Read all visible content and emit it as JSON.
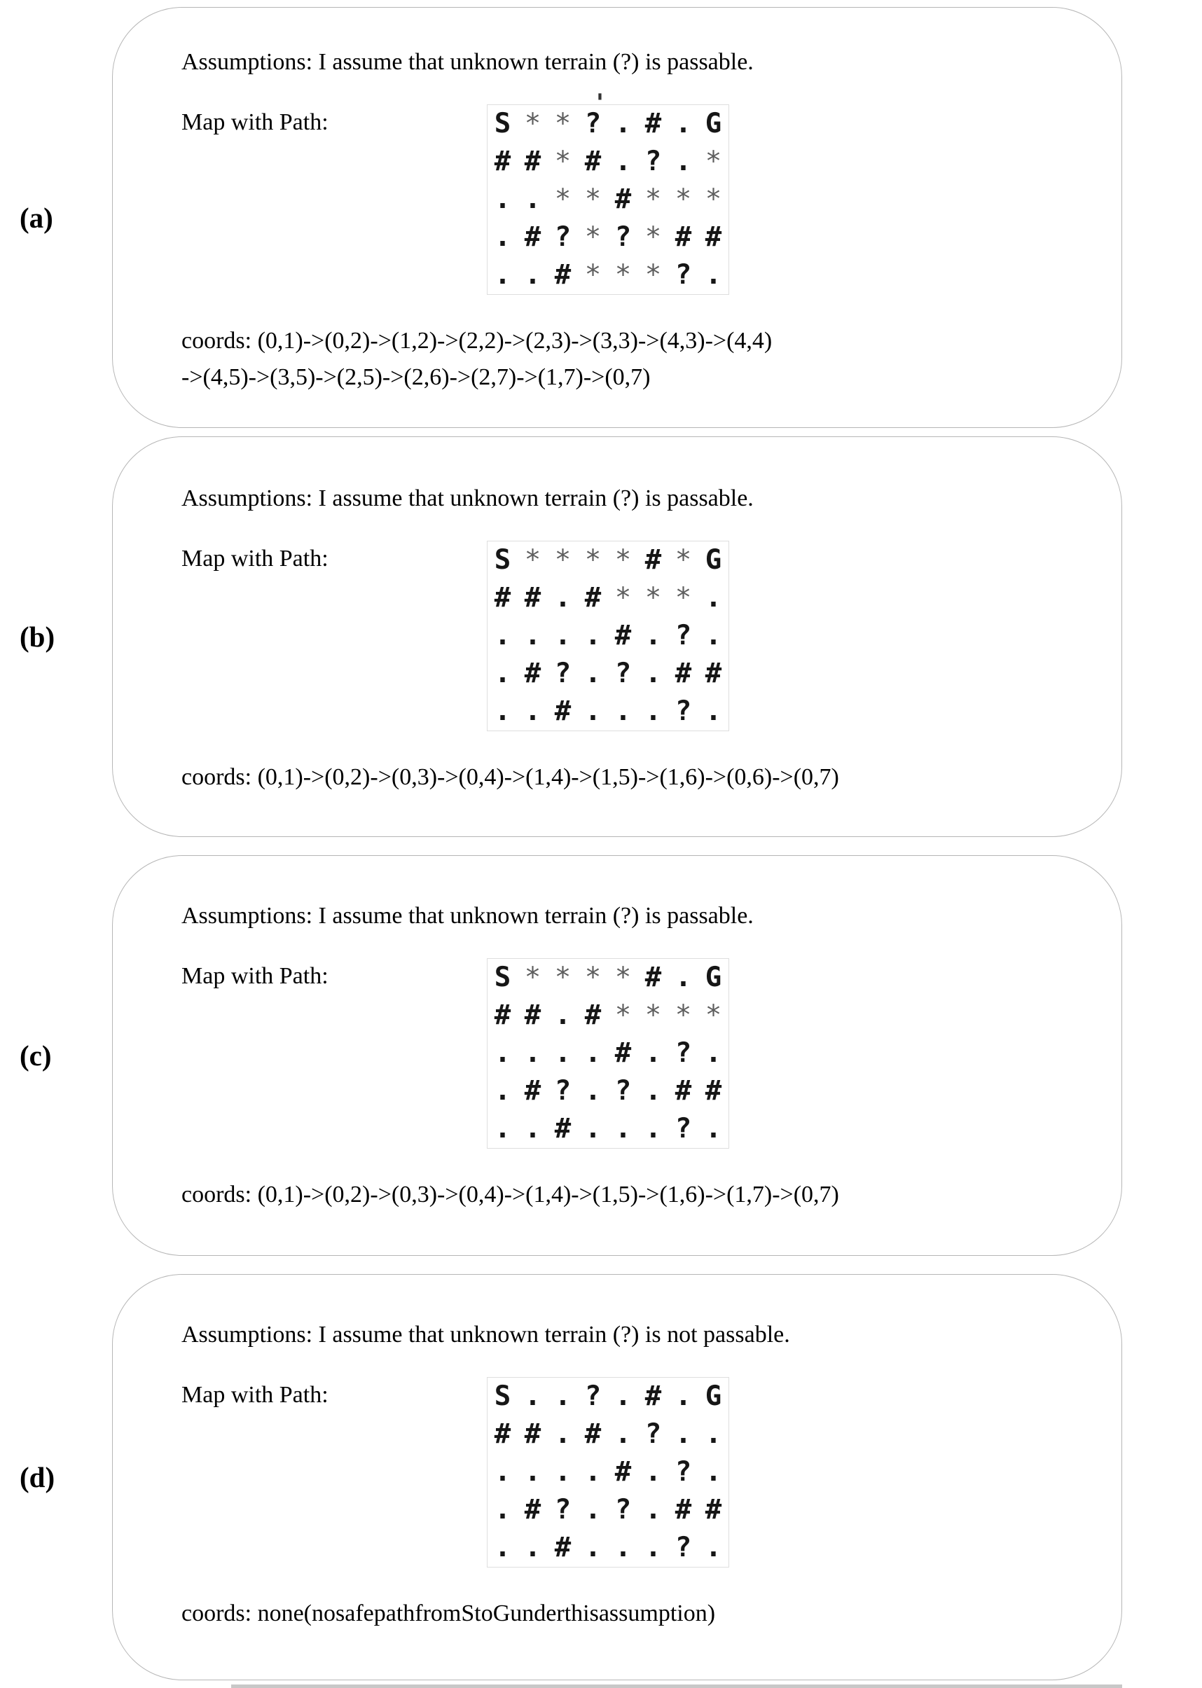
{
  "colors": {
    "page_background": "#ffffff",
    "text": "#000000",
    "map_char": "#161616",
    "map_star": "#5e5e5e",
    "panel_border": "#b6b6b6",
    "map_box_border": "#dedede"
  },
  "panels": [
    {
      "label": "(a)",
      "assumption": "Assumptions: I assume that unknown terrain (?) is passable.",
      "map_label": "Map with Path:",
      "map_rows": [
        "S**?.#.G",
        "##*#.?.*",
        "..**#***",
        ".#?*?*##",
        "..#***?."
      ],
      "stray_mark": "'",
      "coords_lines": [
        "coords: (0,1)->(0,2)->(1,2)->(2,2)->(2,3)->(3,3)->(4,3)->(4,4)",
        "->(4,5)->(3,5)->(2,5)->(2,6)->(2,7)->(1,7)->(0,7)"
      ]
    },
    {
      "label": "(b)",
      "assumption": "Assumptions: I assume that unknown terrain (?) is passable.",
      "map_label": "Map with Path:",
      "map_rows": [
        "S****#*G",
        "##.#***.",
        "....#.?.",
        ".#?.?.##",
        "..#...?."
      ],
      "coords_lines": [
        "coords: (0,1)->(0,2)->(0,3)->(0,4)->(1,4)->(1,5)->(1,6)->(0,6)->(0,7)"
      ]
    },
    {
      "label": "(c)",
      "assumption": "Assumptions: I assume that unknown terrain (?) is passable.",
      "map_label": "Map with Path:",
      "map_rows": [
        "S****#.G",
        "##.#****",
        "....#.?.",
        ".#?.?.##",
        "..#...?."
      ],
      "coords_lines": [
        "coords: (0,1)->(0,2)->(0,3)->(0,4)->(1,4)->(1,5)->(1,6)->(1,7)->(0,7)"
      ]
    },
    {
      "label": "(d)",
      "assumption": "Assumptions: I assume that unknown terrain (?) is not passable.",
      "map_label": "Map with Path:",
      "map_rows": [
        "S..?.#.G",
        "##.#.?..",
        "....#.?.",
        ".#?.?.##",
        "..#...?."
      ],
      "coords_lines": [
        "coords: none(nosafepathfromStoGunderthisassumption)"
      ]
    }
  ]
}
